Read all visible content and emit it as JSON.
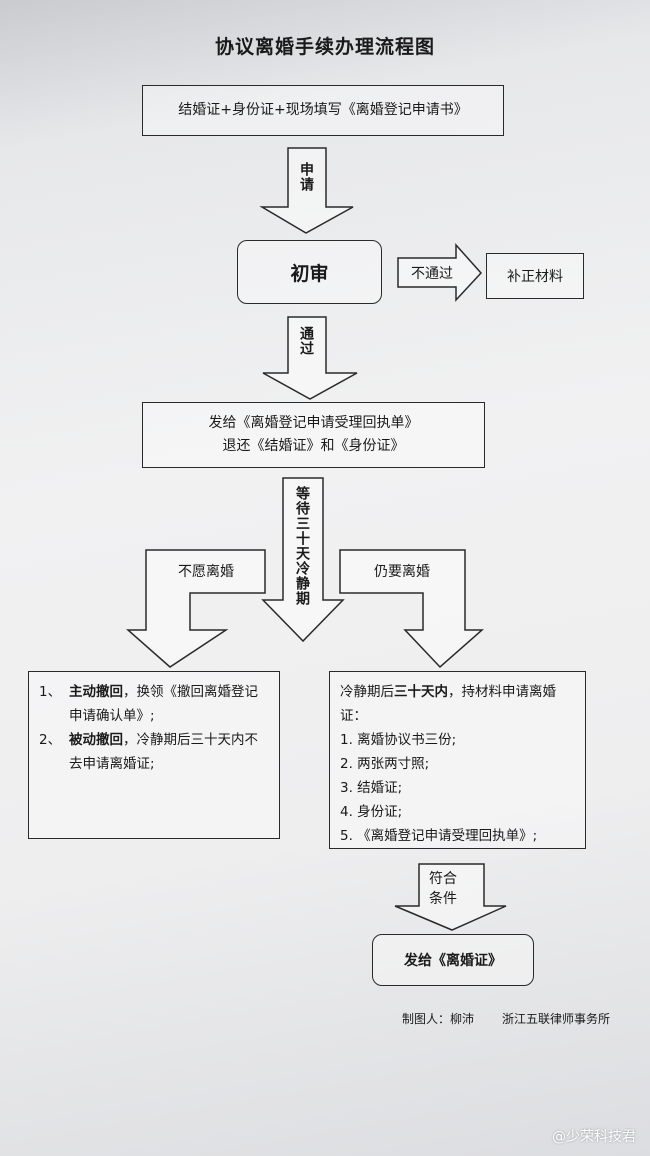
{
  "title": "协议离婚手续办理流程图",
  "step1": "结婚证+身份证+现场填写《离婚登记申请书》",
  "arrow_apply": "申请",
  "review": "初审",
  "arrow_fail": "不通过",
  "supplement": "补正材料",
  "arrow_pass": "通过",
  "receipt_line1": "发给《离婚登记申请受理回执单》",
  "receipt_line2": "退还《结婚证》和《身份证》",
  "arrow_wait": "等待三十天冷静期",
  "arrow_unwilling": "不愿离婚",
  "arrow_still": "仍要离婚",
  "left_box": {
    "item1_num": "1、",
    "item1_bold": "主动撤回",
    "item1_text": "，换领《撤回离婚登记申请确认单》;",
    "item2_num": "2、",
    "item2_bold": "被动撤回",
    "item2_text": "，冷静期后三十天内不去申请离婚证;"
  },
  "right_box": {
    "intro_pre": "冷静期后",
    "intro_bold": "三十天内",
    "intro_post": "，持材料申请离婚证：",
    "items": [
      "1.  离婚协议书三份;",
      "2.  两张两寸照;",
      "3.  结婚证;",
      "4.  身份证;",
      "5. 《离婚登记申请受理回执单》;"
    ]
  },
  "arrow_qualify": "符合条件",
  "final": "发给《离婚证》",
  "footer_author": "制图人：柳沛",
  "footer_firm": "浙江五联律师事务所",
  "watermark": "@少荣科技君"
}
